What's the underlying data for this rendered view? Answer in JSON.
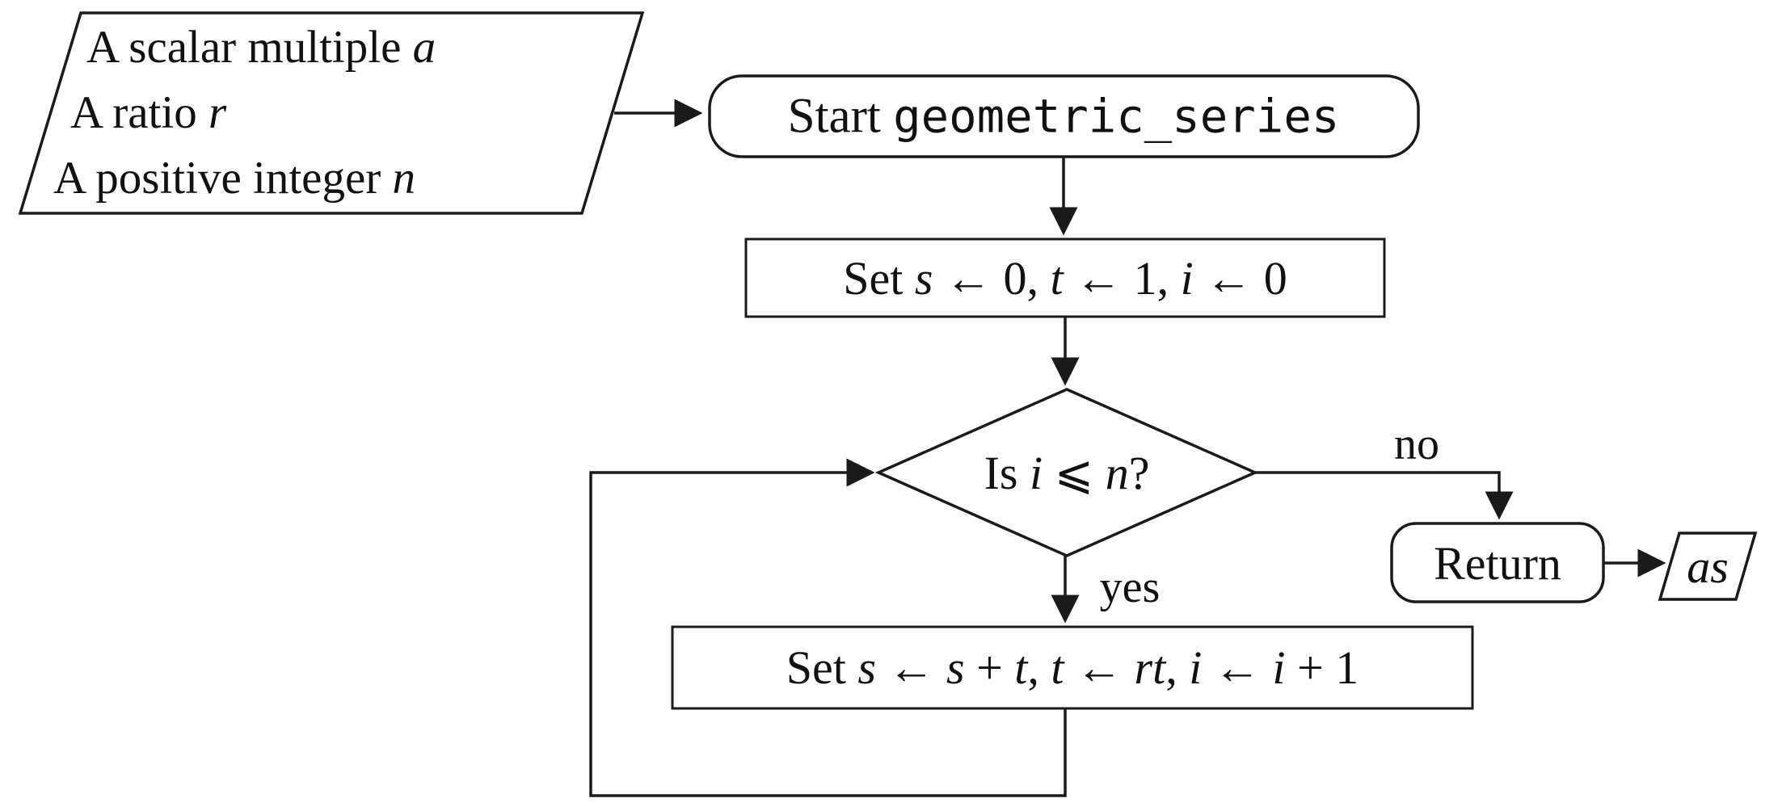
{
  "diagram": {
    "title": "geometric_series flowchart",
    "colors": {
      "stroke": "#1a1a1a",
      "text": "#111111",
      "background": "#ffffff"
    },
    "input": {
      "lines": [
        {
          "text": "A scalar multiple ",
          "var": "a"
        },
        {
          "text": "A ratio ",
          "var": "r"
        },
        {
          "text": "A positive integer ",
          "var": "n"
        }
      ]
    },
    "start": {
      "prefix": "Start ",
      "code": "geometric_series"
    },
    "init": {
      "segments": [
        "Set ",
        "s",
        " ← 0, ",
        "t",
        " ← 1, ",
        "i",
        " ← 0"
      ]
    },
    "decision": {
      "segments": [
        "Is ",
        "i",
        " ⩽ ",
        "n",
        "?"
      ]
    },
    "no_label": "no",
    "yes_label": "yes",
    "return_node": {
      "label": "Return"
    },
    "output": {
      "label": "as"
    },
    "loop": {
      "segments": [
        "Set ",
        "s",
        " ← ",
        "s",
        " + ",
        "t",
        ", ",
        "t",
        " ← ",
        "rt",
        ", ",
        "i",
        " ← ",
        "i",
        " + 1"
      ]
    }
  }
}
